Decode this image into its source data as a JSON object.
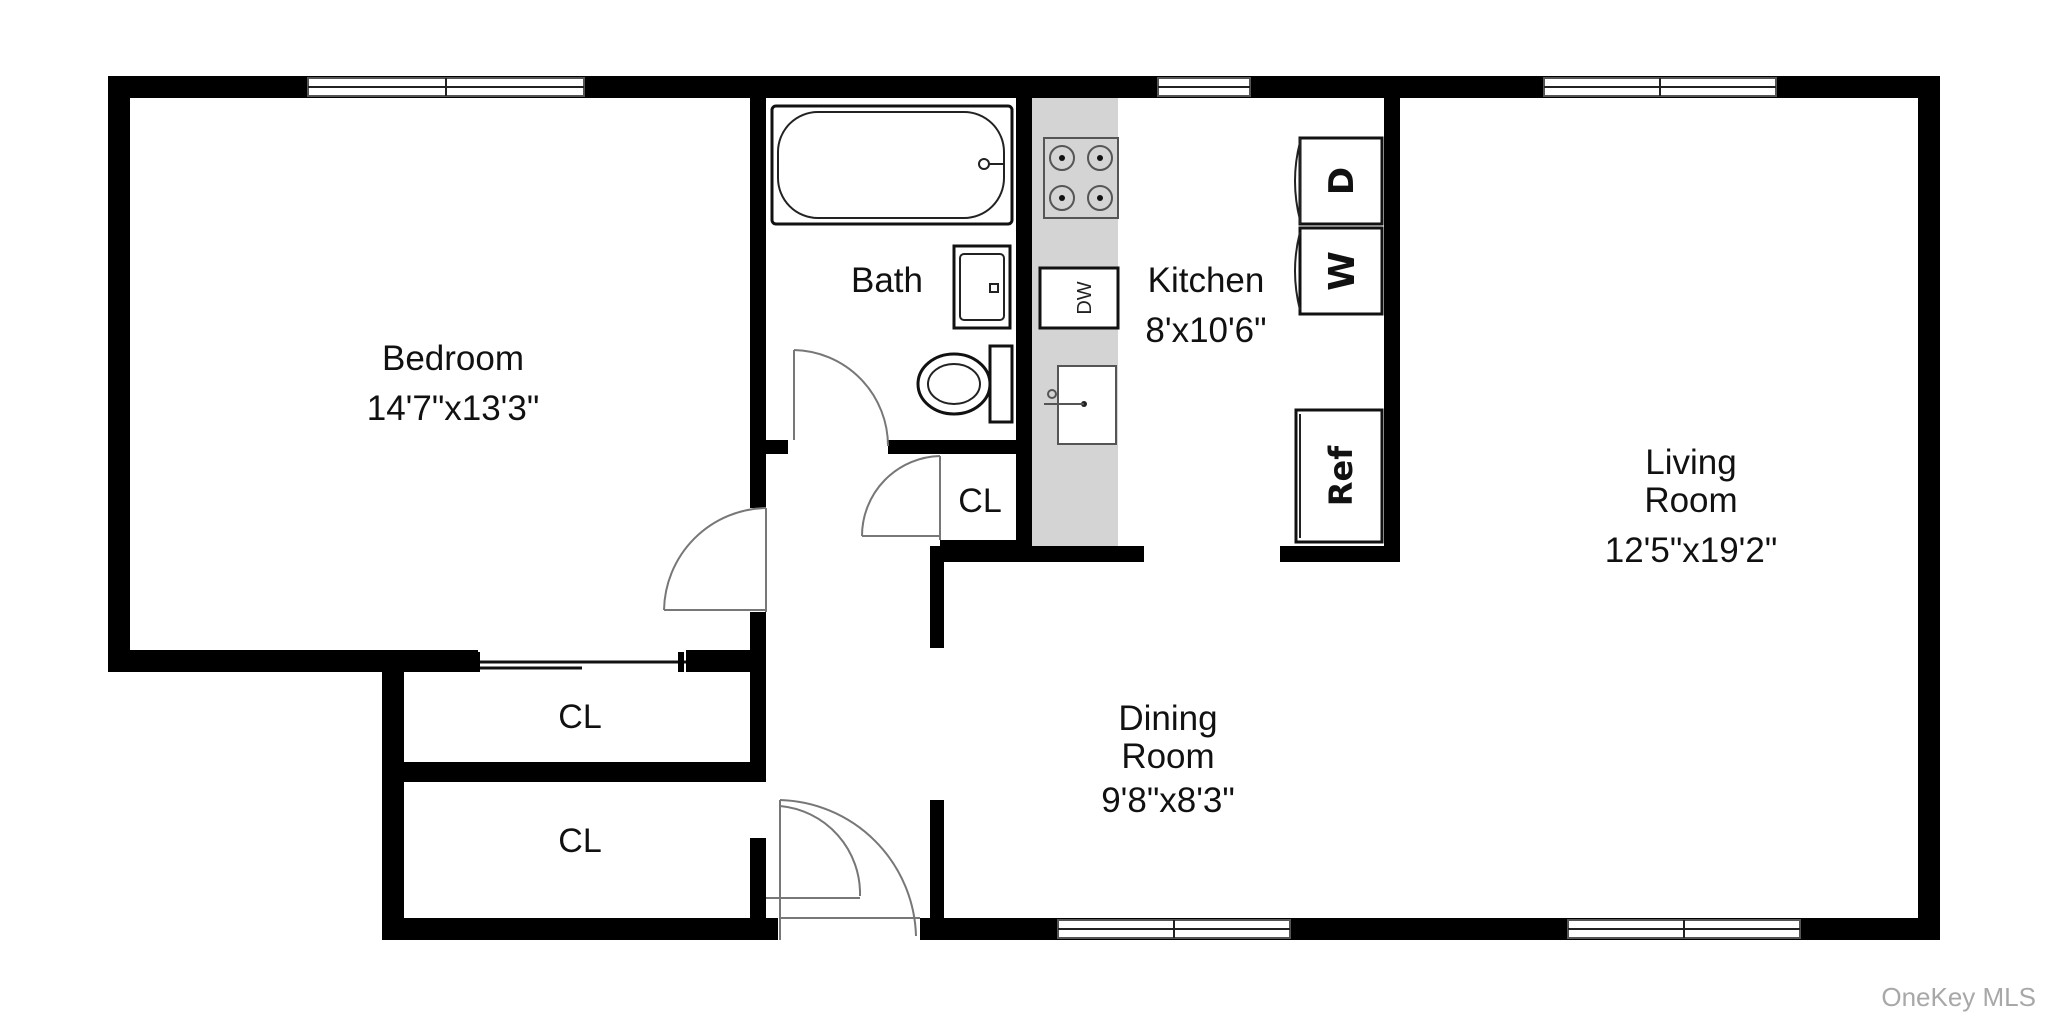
{
  "rooms": {
    "bedroom": {
      "name": "Bedroom",
      "dims": "14'7\"x13'3\""
    },
    "bath": {
      "name": "Bath"
    },
    "kitchen": {
      "name": "Kitchen",
      "dims": "8'x10'6\""
    },
    "living": {
      "name_line1": "Living",
      "name_line2": "Room",
      "dims": "12'5\"x19'2\""
    },
    "dining": {
      "name_line1": "Dining",
      "name_line2": "Room",
      "dims": "9'8\"x8'3\""
    },
    "closet_hall": {
      "name": "CL"
    },
    "closet_upper": {
      "name": "CL"
    },
    "closet_lower": {
      "name": "CL"
    }
  },
  "appliances": {
    "dishwasher": "DW",
    "dryer": "D",
    "washer": "W",
    "refrigerator": "Ref"
  },
  "watermark": "OneKey MLS",
  "colors": {
    "wall": "#000000",
    "counter": "#d4d4d4",
    "watermark": "#a8a8a8"
  }
}
